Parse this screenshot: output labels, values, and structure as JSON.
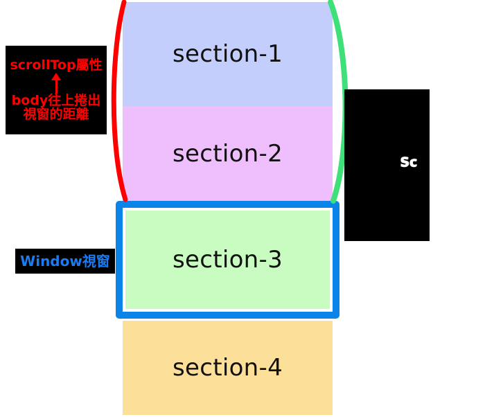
{
  "diagram": {
    "title": "scrollTop / Window viewport diagram",
    "colors": {
      "section1_bg": "#c3cefd",
      "section2_bg": "#efbffd",
      "section3_bg": "#c8fcc0",
      "section4_bg": "#fce09a",
      "window_frame": "#0a84e8",
      "left_brace": "#ff0000",
      "right_brace": "#3fe07a",
      "note_bg": "#000000",
      "note_red_text": "#ff0000",
      "note_blue_text": "#1a7cf0",
      "note_white_text": "#ffffff"
    },
    "sections": [
      {
        "id": "section-1",
        "label": "section-1",
        "bg": "#c3cefd"
      },
      {
        "id": "section-2",
        "label": "section-2",
        "bg": "#efbffd"
      },
      {
        "id": "section-3",
        "label": "section-3",
        "bg": "#c8fcc0"
      },
      {
        "id": "section-4",
        "label": "section-4",
        "bg": "#fce09a"
      }
    ],
    "annotations": {
      "scrolltop": {
        "heading": "scrollTop屬性",
        "arrow": "up-arrow",
        "detail_line1": "body往上捲出",
        "detail_line2": "視窗的距離"
      },
      "window": {
        "label": "Window視窗"
      },
      "scroll_right": {
        "label": "Sc"
      }
    },
    "braces": {
      "left": "red-arc-brace",
      "right": "green-arc-brace"
    }
  }
}
